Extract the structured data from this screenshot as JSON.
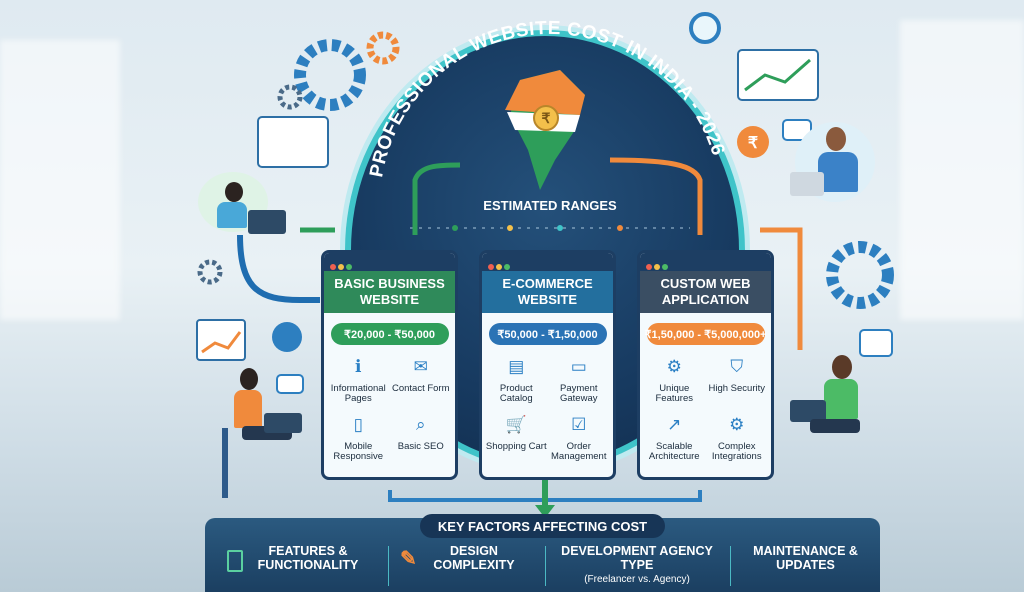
{
  "title": "PROFESSIONAL WEBSITE COST IN INDIA - 2026",
  "subtitle": "ESTIMATED RANGES",
  "currency_icon": "rupee-icon",
  "cards": [
    {
      "heading": "BASIC BUSINESS WEBSITE",
      "price": "₹20,000 - ₹50,000",
      "color": "#2e9e5a",
      "features": [
        {
          "label": "Informational Pages",
          "icon": "info-icon"
        },
        {
          "label": "Contact Form",
          "icon": "envelope-icon"
        },
        {
          "label": "Mobile Responsive",
          "icon": "mobile-icon"
        },
        {
          "label": "Basic SEO",
          "icon": "magnifier-icon"
        }
      ]
    },
    {
      "heading": "E-COMMERCE WEBSITE",
      "price": "₹50,000 - ₹1,50,000",
      "color": "#2a73b5",
      "features": [
        {
          "label": "Product Catalog",
          "icon": "catalog-icon"
        },
        {
          "label": "Payment Gateway",
          "icon": "card-icon"
        },
        {
          "label": "Shopping Cart",
          "icon": "cart-icon"
        },
        {
          "label": "Order Management",
          "icon": "clipboard-check-icon"
        }
      ]
    },
    {
      "heading": "CUSTOM WEB APPLICATION",
      "price": "₹1,50,000 - ₹5,000,000+",
      "color": "#f08a3c",
      "features": [
        {
          "label": "Unique Features",
          "icon": "gear-check-icon"
        },
        {
          "label": "High Security",
          "icon": "shield-icon"
        },
        {
          "label": "Scalable Architecture",
          "icon": "growth-chart-icon"
        },
        {
          "label": "Complex Integrations",
          "icon": "gear-icon"
        }
      ]
    }
  ],
  "key_factors": {
    "heading": "KEY FACTORS AFFECTING COST",
    "items": [
      {
        "label": "FEATURES & FUNCTIONALITY",
        "icon": "checklist-icon"
      },
      {
        "label": "DESIGN COMPLEXITY",
        "icon": "design-tools-icon"
      },
      {
        "label": "DEVELOPMENT AGENCY TYPE",
        "note": "(Freelancer vs. Agency)"
      },
      {
        "label": "MAINTENANCE & UPDATES"
      }
    ]
  }
}
